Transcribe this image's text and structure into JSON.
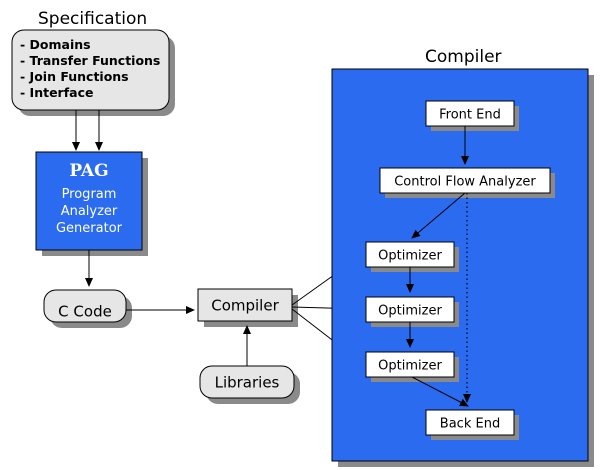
{
  "spec": {
    "title": "Specification",
    "items": [
      "- Domains",
      "- Transfer Functions",
      "- Join Functions",
      "- Interface"
    ]
  },
  "pag": {
    "name": "PAG",
    "lines": [
      "Program",
      "Analyzer",
      "Generator"
    ]
  },
  "c_code": "C Code",
  "compiler_node": "Compiler",
  "libraries": "Libraries",
  "compiler_panel": {
    "title": "Compiler",
    "front_end": "Front End",
    "cfa": "Control Flow Analyzer",
    "optimizer_1": "Optimizer",
    "optimizer_2": "Optimizer",
    "optimizer_3": "Optimizer",
    "back_end": "Back End"
  },
  "colors": {
    "blue": "#2b6bf0",
    "gray_box": "#e6e6e6",
    "shadow": "#8a8a8a"
  }
}
